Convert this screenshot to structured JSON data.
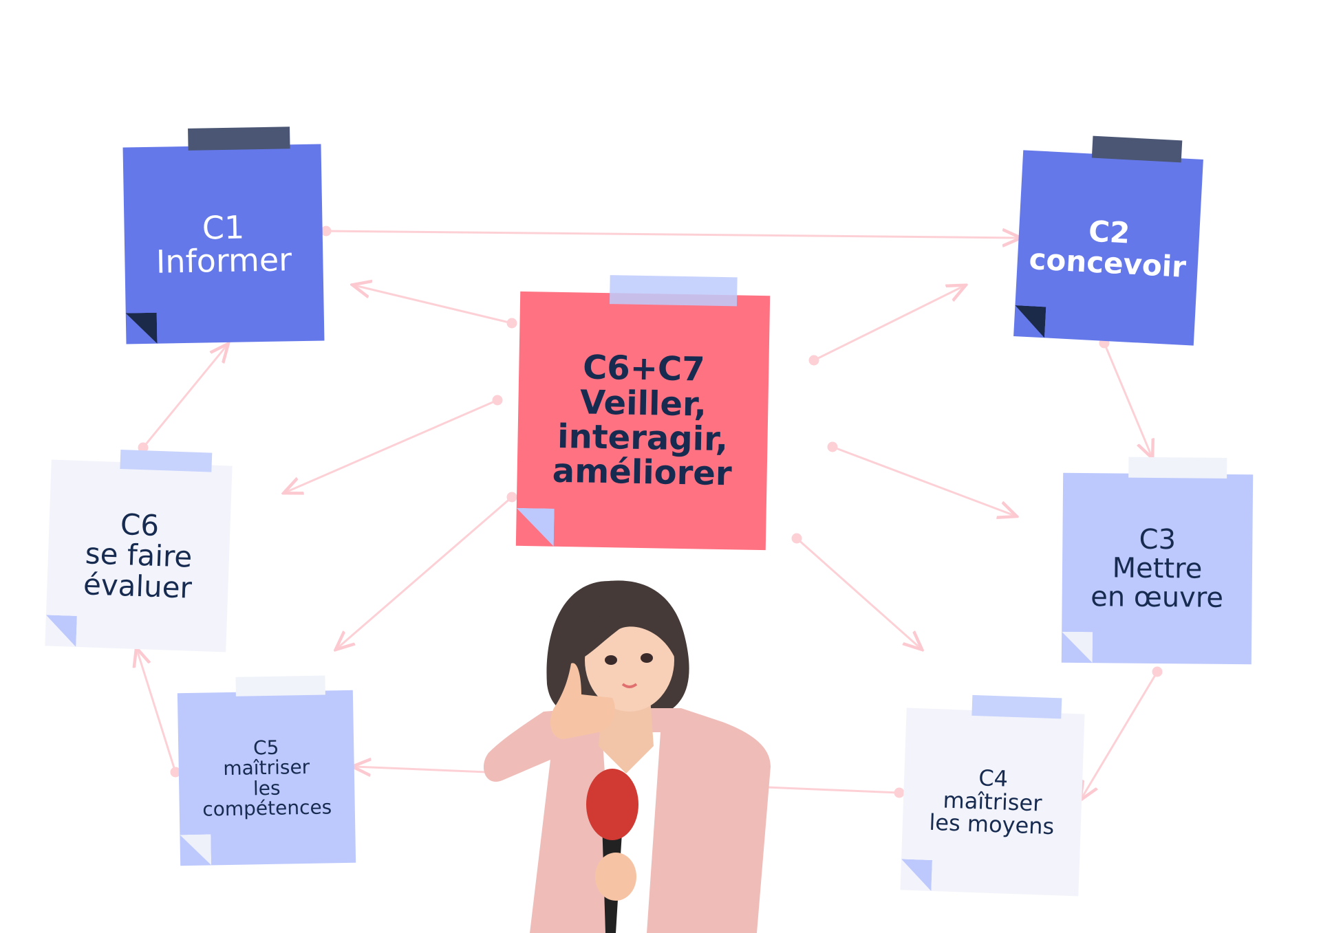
{
  "colors": {
    "dark_note": "#6578ea",
    "center_note": "#ff7282",
    "light_blue_note": "#bdc9fd",
    "pale_note": "#f3f4fb",
    "text": "#172b50",
    "arrow": "#fdd0d6"
  },
  "notes": {
    "c1": {
      "text": "C1\nInformer"
    },
    "c2": {
      "text": "C2\nconcevoir"
    },
    "c67": {
      "text": "C6+C7\nVeiller,\ninteragir,\naméliorer"
    },
    "c6": {
      "text": "C6\nse faire\névaluer"
    },
    "c3": {
      "text": "C3\nMettre\nen œuvre"
    },
    "c5": {
      "text": "C5\nmaîtriser\nles\ncompétences"
    },
    "c4": {
      "text": "C4\nmaîtriser\nles moyens"
    }
  }
}
